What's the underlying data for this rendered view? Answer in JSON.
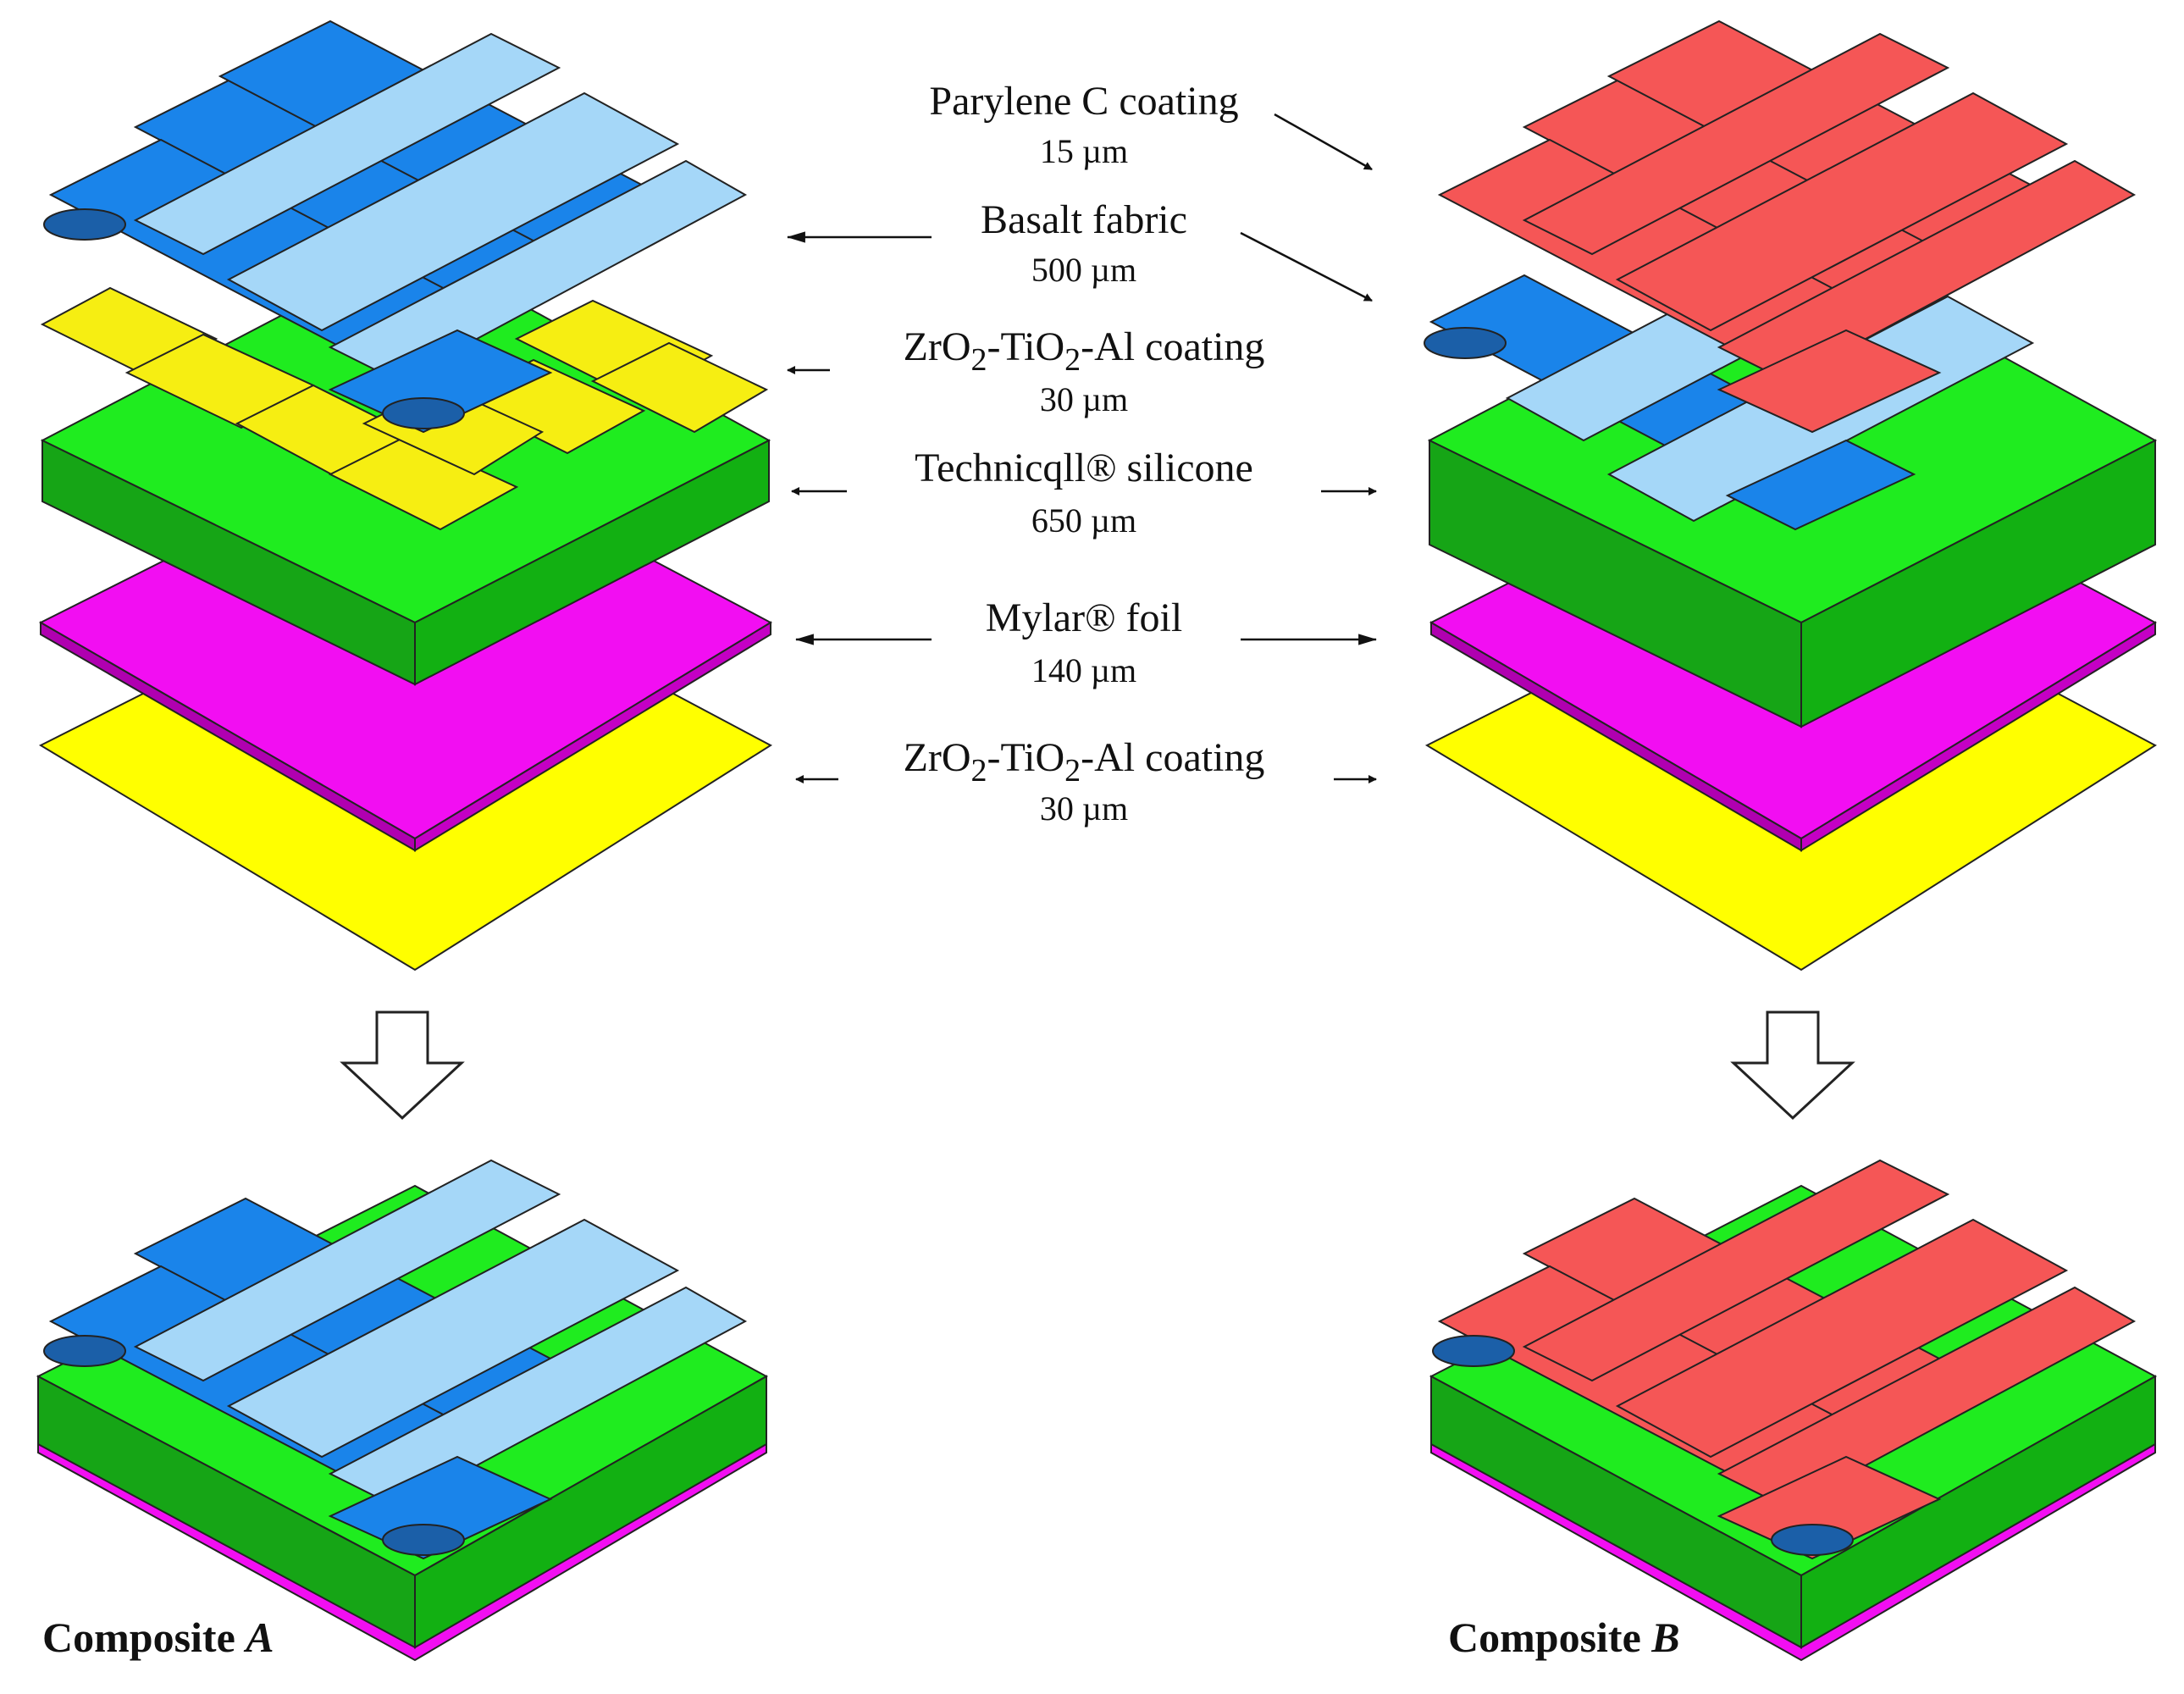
{
  "layers": [
    {
      "id": "parylene",
      "name": "Parylene C coating",
      "thickness": "15 µm",
      "color": "#f55656"
    },
    {
      "id": "basalt",
      "name": "Basalt fabric",
      "thickness": "500 µm",
      "color_dark": "#1a84ea",
      "color_light": "#a5d7f8"
    },
    {
      "id": "coat_top",
      "name_pre": "ZrO",
      "name_mid": "-TiO",
      "name_post": "-Al coating",
      "sub": "2",
      "thickness": "30 µm",
      "color": "#f6ee12"
    },
    {
      "id": "silicone",
      "name": "Technicqll® silicone",
      "thickness": "650 µm",
      "color": "#1fec1f"
    },
    {
      "id": "mylar",
      "name": "Mylar® foil",
      "thickness": "140 µm",
      "color": "#f20ef2"
    },
    {
      "id": "coat_bottom",
      "name_pre": "ZrO",
      "name_mid": "-TiO",
      "name_post": "-Al coating",
      "sub": "2",
      "thickness": "30 µm",
      "color": "#ffff00"
    }
  ],
  "captions": {
    "a_prefix": "Composite ",
    "a_letter": "A",
    "b_prefix": "Composite ",
    "b_letter": "B"
  }
}
